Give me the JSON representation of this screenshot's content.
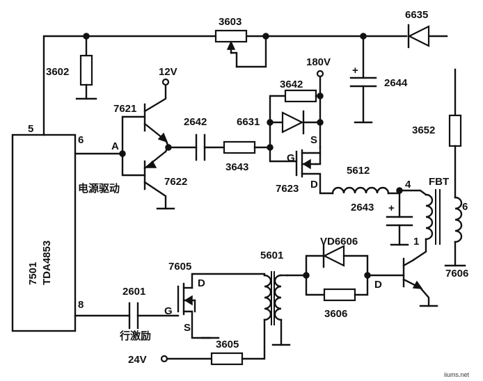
{
  "ic": {
    "ref": "7501",
    "part": "TDA4853",
    "pin5": "5",
    "pin6": "6",
    "pin8": "8"
  },
  "components": {
    "r3602": "3602",
    "r3603": "3603",
    "d6635": "6635",
    "c2644": "2644",
    "v12": "12V",
    "q7621": "7621",
    "q7622": "7622",
    "node_a": "A",
    "c2642": "2642",
    "r3643": "3643",
    "r3642": "3642",
    "v180": "180V",
    "d6631": "6631",
    "q7623": "7623",
    "q7623_g": "G",
    "q7623_s": "S",
    "q7623_d": "D",
    "l5612": "5612",
    "c2643": "2643",
    "r3652": "3652",
    "fbt": "FBT",
    "fbt_pin4": "4",
    "fbt_pin1": "1",
    "fbt_pin6": "6",
    "q7606": "7606",
    "t5601": "5601",
    "d6606": "VD6606",
    "r3606": "3606",
    "node_d": "D",
    "q7605": "7605",
    "q7605_d": "D",
    "q7605_g": "G",
    "q7605_s": "S",
    "c2601": "2601",
    "r3605": "3605",
    "v24": "24V"
  },
  "captions": {
    "power_drive": "电源驱动",
    "line_drive": "行激励"
  },
  "watermark": "iiums.net"
}
